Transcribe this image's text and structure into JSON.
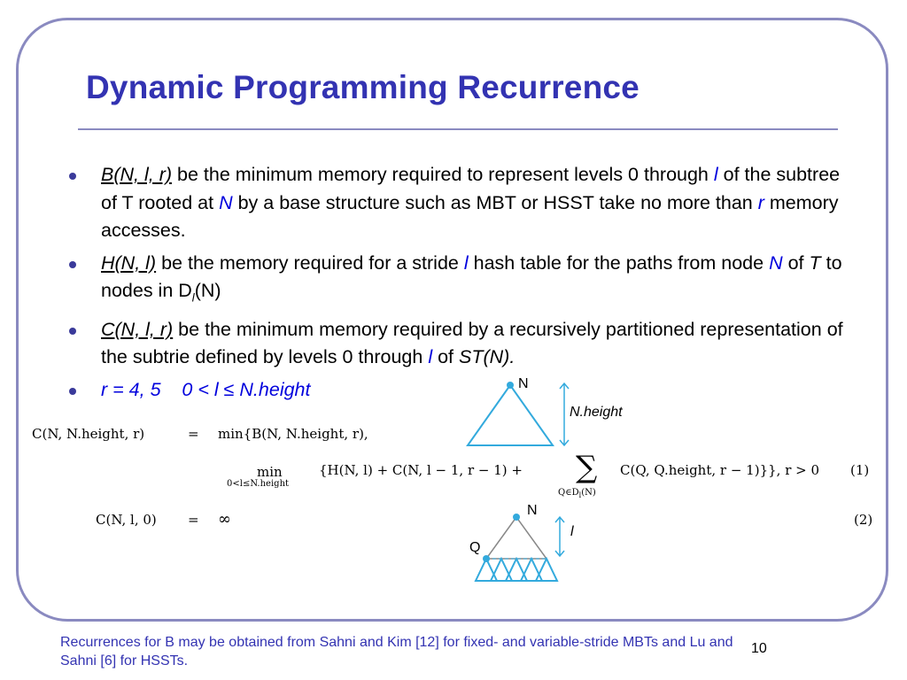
{
  "slide": {
    "title": "Dynamic Programming Recurrence",
    "page_number": "10",
    "footer": "Recurrences for B may be obtained from Sahni and Kim [12] for fixed- and variable-stride MBTs and Lu and Sahni [6] for HSSTs."
  },
  "bullets": [
    {
      "term": "B(N, l, r)",
      "t1": " be the minimum memory required to represent levels 0 through ",
      "v1": "l",
      "t2": " of the subtree of T rooted at ",
      "v2": "N",
      "t3": " by a base structure such as MBT or HSST take no more than ",
      "v3": "r",
      "t4": " memory accesses."
    },
    {
      "term": "H(N, l)",
      "t1": " be the memory required for a stride ",
      "v1": "l",
      "t2": " hash table for the paths from node ",
      "v2": "N",
      "t3": " of ",
      "v3": "T",
      "t4": " to nodes in D",
      "sub": "l",
      "t5": "(N)"
    },
    {
      "term": "C(N, l, r)",
      "t1": " be the minimum memory required by a recursively partitioned representation of the subtrie defined by levels 0 through ",
      "v1": "l",
      "t2": " of ",
      "v2": "ST(N)."
    },
    {
      "text": "r = 4, 5    0 < l ≤ N.height"
    }
  ],
  "equations": {
    "eq1_lhs": "C(N, N.height, r)",
    "eq1_eq": "=",
    "eq1_rhs": "min{B(N, N.height, r),",
    "eq1_min": "min",
    "eq1_min_sub": "0<l≤N.height",
    "eq1_body": "{H(N, l) + C(N, l − 1, r − 1) +",
    "eq1_sum_sub": "Q∈D",
    "eq1_sum_sub2": "l",
    "eq1_sum_sub3": "(N)",
    "eq1_tail": "C(Q, Q.height, r − 1)}}, r > 0",
    "eq1_num": "(1)",
    "eq2_lhs": "C(N, l, 0)",
    "eq2_eq": "=",
    "eq2_rhs": "∞",
    "eq2_num": "(2)"
  },
  "diagram": {
    "tree1_node": "N",
    "tree1_height": "N.height",
    "tree2_node": "N",
    "tree2_level": "l",
    "tree2_child": "Q"
  },
  "colors": {
    "title": "#3333b2",
    "frame": "#8a8ac0",
    "tree": "#33aadd",
    "variable": "#0000dd"
  }
}
